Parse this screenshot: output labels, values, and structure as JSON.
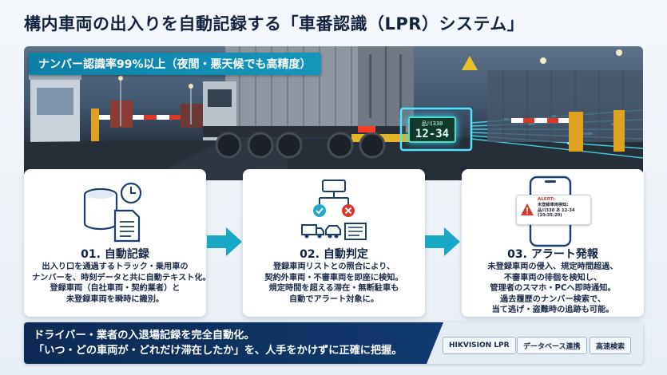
{
  "title": "構内車両の出入りを自動記録する「車番認識（LPR）システム」",
  "hero": {
    "accuracy_banner": "ナンバー認識率99%以上（夜間・悪天候でも高精度）",
    "plate_region": "品川330",
    "plate_number": "12-34"
  },
  "steps": [
    {
      "title": "01. 自動記録",
      "icon": "database-clock-document-icon",
      "lines": [
        "出入り口を通過するトラック・乗用車の",
        "ナンバーを、時刻データと共に自動テキスト化。",
        "登録車両（自社車両・契約業者）と",
        "未登録車両を瞬時に識別。"
      ]
    },
    {
      "title": "02. 自動判定",
      "icon": "decision-tree-vehicles-icon",
      "lines": [
        "登録車両リストとの照合により、",
        "契約外車両・不審車両を即座に検知。",
        "規定時間を超える滞在・無断駐車も",
        "自動でアラート対象に。"
      ]
    },
    {
      "title": "03. アラート発報",
      "icon": "smartphone-alert-icon",
      "alert": {
        "head": "ALERT:",
        "line1": "未登録車両検知:",
        "line2": "品川330 あ 12-34",
        "line3": "(10:35:20)"
      },
      "lines": [
        "未登録車両の侵入、規定時間超過、",
        "不審車両の徘徊を検知し、",
        "管理者のスマホ・PCへ即時通知。",
        "過去履歴のナンバー検索で、",
        "当て逃げ・盗難時の追跡も可能。"
      ]
    }
  ],
  "footer": {
    "line1": "ドライバー・業者の入退場記録を完全自動化。",
    "line2": "「いつ・どの車両が・どれだけ滞在したか」を、人手をかけずに正確に把握。",
    "tags": [
      "HIKVISION LPR",
      "データベース連携",
      "高速検索"
    ]
  },
  "colors": {
    "navy": "#0d2a55",
    "accent_teal": "#1596bd",
    "arrow": "#19a7c6",
    "alert_red": "#d63a2b"
  }
}
